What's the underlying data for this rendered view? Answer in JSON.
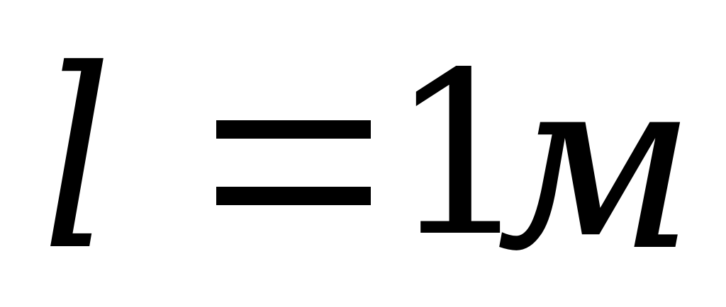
{
  "equation": {
    "variable": "l",
    "operator": "=",
    "value": "1",
    "unit": "м"
  }
}
